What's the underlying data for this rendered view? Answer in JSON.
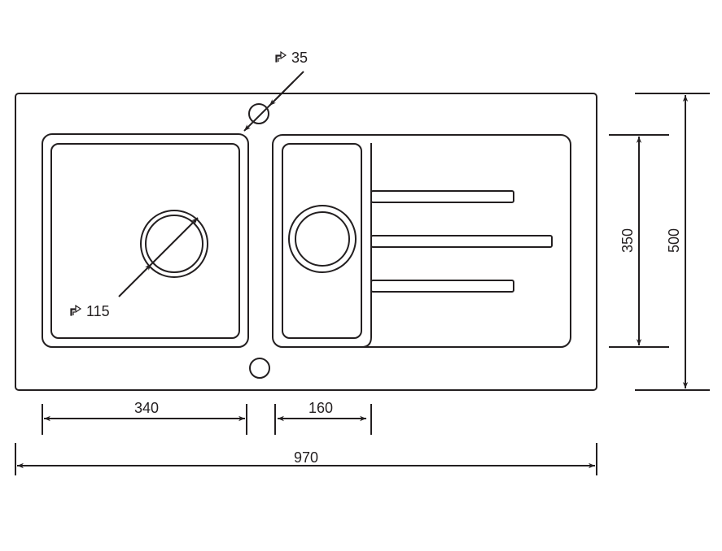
{
  "drawing": {
    "title": "Sink 1.5 bowl with drainer",
    "tap_hole_diameter": "35",
    "waste_diameter": "115",
    "bowl_width": "340",
    "small_bowl_width": "160",
    "total_width": "970",
    "bowl_depth": "350",
    "total_depth": "500",
    "line_color": "#231f20"
  }
}
